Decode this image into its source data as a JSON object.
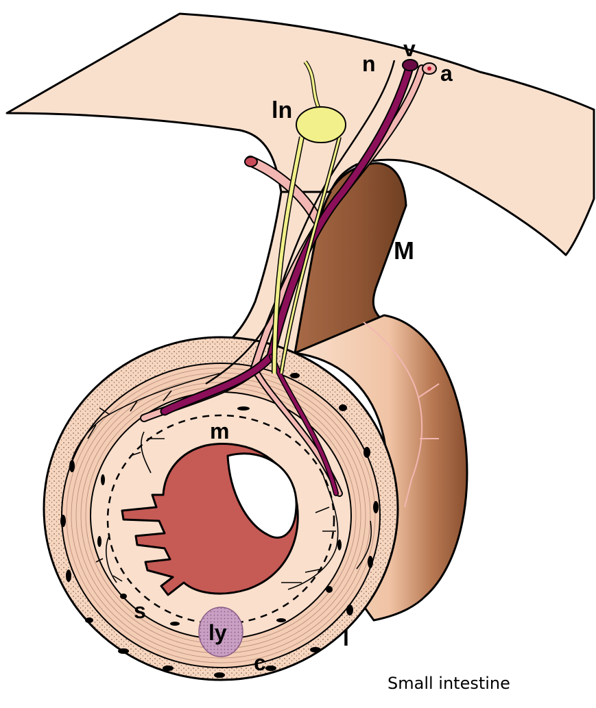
{
  "diagram": {
    "caption": "Small intestine",
    "labels": {
      "v": "v",
      "n": "n",
      "a": "a",
      "ln": "ln",
      "M": "M",
      "m": "m",
      "s": "s",
      "ly": "ly",
      "c": "c",
      "l": "l"
    },
    "colors": {
      "mesentery": "#f9e0cd",
      "mesentery_side": "#9a5d3a",
      "serosa": "#f6d2bc",
      "lumen": "#c65a55",
      "artery": "#f2b7b2",
      "vein": "#8c0f5a",
      "lymph": "#f1f08a",
      "lymph_nodule": "#c9a0c4"
    }
  }
}
